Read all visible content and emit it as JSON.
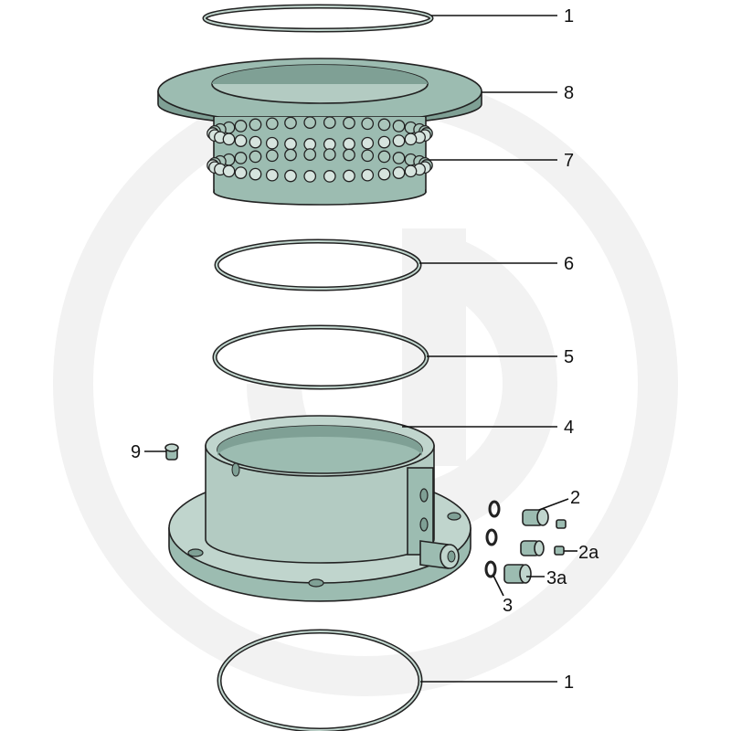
{
  "colors": {
    "part_fill": "#9cbcb1",
    "part_light": "#c0d5cd",
    "part_dark": "#7fa095",
    "outline": "#222222",
    "watermark": "#f1f1f1"
  },
  "watermark": {
    "icon": "brand-logo-watermark"
  },
  "callouts": {
    "c1_top": "1",
    "c8": "8",
    "c7": "7",
    "c6": "6",
    "c5": "5",
    "c4": "4",
    "c9": "9",
    "c2": "2",
    "c2a": "2a",
    "c3a": "3a",
    "c3": "3",
    "c1_bottom": "1"
  }
}
